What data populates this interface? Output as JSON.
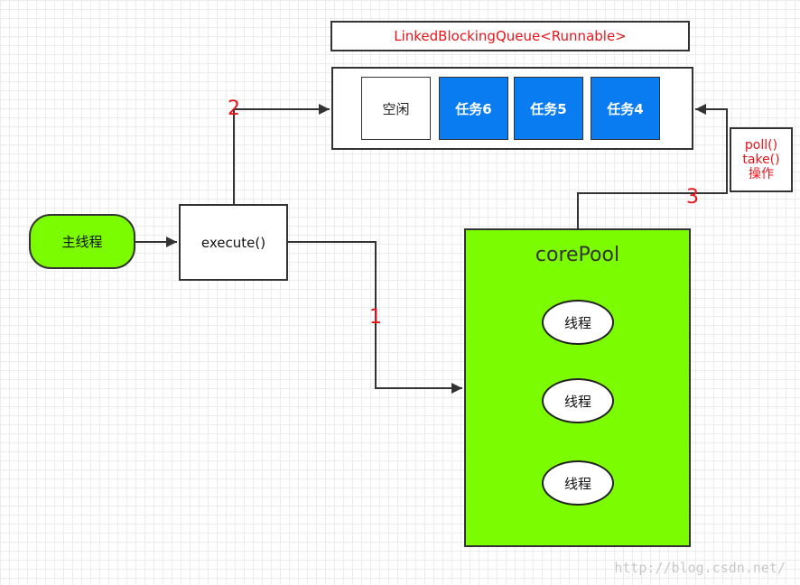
{
  "queue": {
    "title": "LinkedBlockingQueue<Runnable>",
    "slots": [
      {
        "label": "空闲",
        "state": "idle"
      },
      {
        "label": "任务6",
        "state": "task"
      },
      {
        "label": "任务5",
        "state": "task"
      },
      {
        "label": "任务4",
        "state": "task"
      }
    ]
  },
  "main_thread": {
    "label": "主线程"
  },
  "execute": {
    "label": "execute()"
  },
  "ops": {
    "lines": [
      "poll()",
      "take()",
      "操作"
    ]
  },
  "core_pool": {
    "title": "corePool",
    "threads": [
      "线程",
      "线程",
      "线程"
    ]
  },
  "steps": {
    "one": "1",
    "two": "2",
    "three": "3"
  },
  "watermark": "http://blog.csdn.net/",
  "colors": {
    "task_fill": "#0a7cf2",
    "pool_fill": "#7cfc00",
    "accent_red": "#e8141b",
    "line": "#333333"
  }
}
